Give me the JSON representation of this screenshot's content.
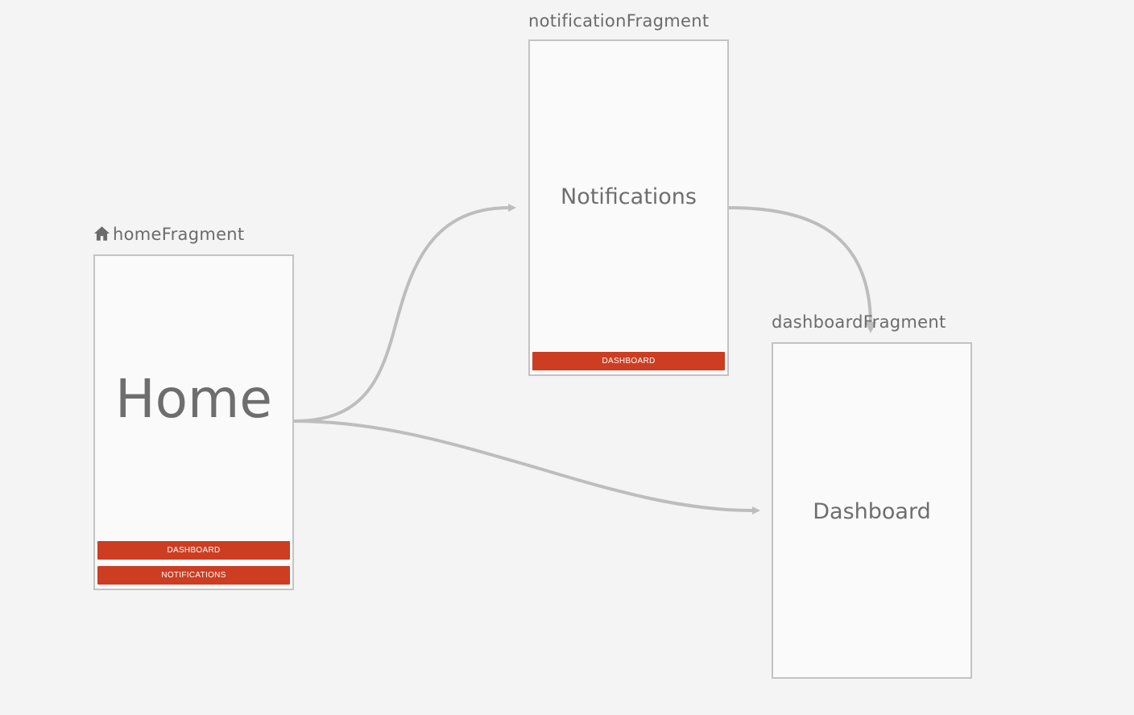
{
  "fragments": {
    "home": {
      "id": "homeFragment",
      "title": "Home",
      "is_start_destination": true,
      "start_icon": "home-icon",
      "buttons": {
        "dashboard": "DASHBOARD",
        "notifications": "NOTIFICATIONS"
      }
    },
    "notification": {
      "id": "notificationFragment",
      "title": "Notifications",
      "buttons": {
        "dashboard": "DASHBOARD"
      }
    },
    "dashboard": {
      "id": "dashboardFragment",
      "title": "Dashboard"
    }
  },
  "actions": [
    {
      "from": "homeFragment",
      "to": "notificationFragment"
    },
    {
      "from": "homeFragment",
      "to": "dashboardFragment"
    },
    {
      "from": "notificationFragment",
      "to": "dashboardFragment"
    }
  ],
  "colors": {
    "canvas_background": "#f4f4f4",
    "screen_background": "#fafafa",
    "screen_border": "#c3c3c3",
    "button": "#cc3d22",
    "button_text": "#ffffff",
    "edge": "#bdbdbd",
    "label_text": "#6b6b6b"
  }
}
